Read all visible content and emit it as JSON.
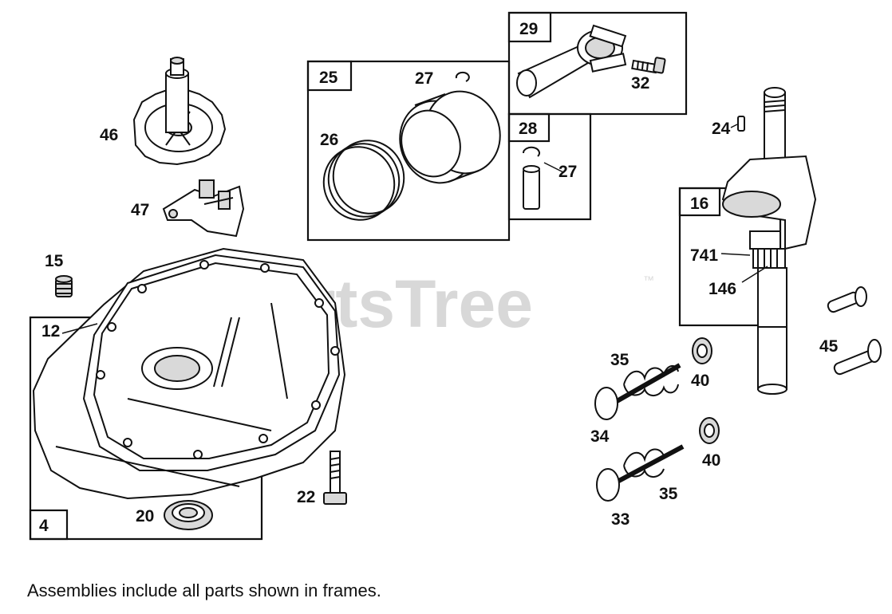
{
  "watermark": {
    "text": "PartsTree",
    "trademark": "™"
  },
  "caption": "Assemblies include all parts shown in frames.",
  "frames": {
    "f25": "25",
    "f29": "29",
    "f28": "28",
    "f16": "16",
    "f4": "4"
  },
  "callouts": {
    "c46": "46",
    "c47": "47",
    "c15": "15",
    "c12": "12",
    "c20": "20",
    "c22": "22",
    "c27a": "27",
    "c26": "26",
    "c32": "32",
    "c27b": "27",
    "c24": "24",
    "c741": "741",
    "c146": "146",
    "c35a": "35",
    "c40a": "40",
    "c45": "45",
    "c34": "34",
    "c40b": "40",
    "c35b": "35",
    "c33": "33"
  }
}
